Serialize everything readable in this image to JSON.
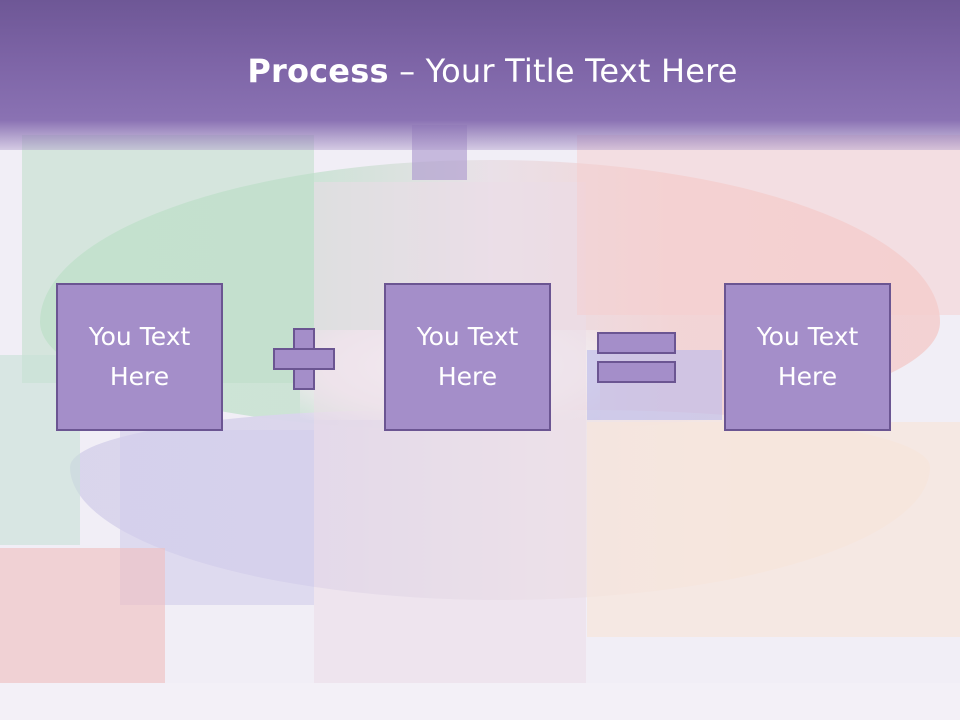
{
  "header": {
    "title_bold": "Process",
    "title_rest": " – Your Title Text Here"
  },
  "process": {
    "boxes": [
      {
        "label": "You Text\nHere"
      },
      {
        "label": "You Text\nHere"
      },
      {
        "label": "You Text\nHere"
      }
    ],
    "operators": [
      "plus-icon",
      "equals-icon"
    ]
  },
  "colors": {
    "header": "#7d64a6",
    "box_fill": "#a48ec9",
    "box_border": "#6b5592",
    "text": "#ffffff"
  }
}
